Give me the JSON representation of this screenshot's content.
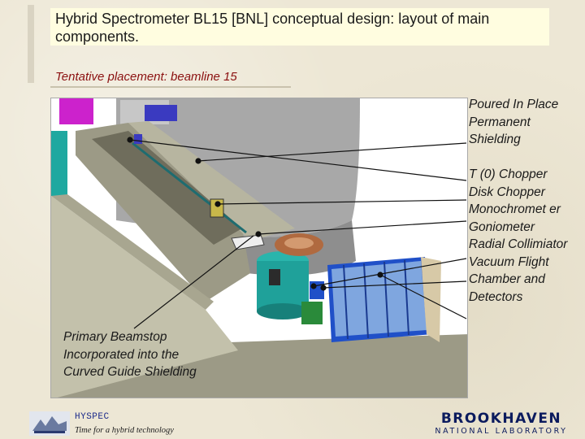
{
  "slide": {
    "title": "Hybrid Spectrometer BL15 [BNL] conceptual design: layout of main components.",
    "subtitle": "Tentative placement: beamline 15"
  },
  "callouts": [
    "Poured In Place Permanent Shielding",
    "T (0) Chopper",
    "Disk Chopper",
    "Monochromet er",
    "Goniometer",
    "Radial Collimiator",
    "Vacuum Flight Chamber and Detectors"
  ],
  "beamstop_label": "Primary Beamstop Incorporated into the Curved Guide Shielding",
  "footer": {
    "hyspec_name": "HYSPEC",
    "hyspec_tagline": "Time for a hybrid technology",
    "lab_name": "BROOKHAVEN",
    "lab_sub": "NATIONAL LABORATORY"
  },
  "colors": {
    "title_box": "#fffde0",
    "subtitle": "#8b1010",
    "bnl_blue": "#0b1b5e",
    "shielding_grey": "#9c9a86",
    "monochromator_teal": "#1fa19a",
    "detector_blue": "#2050c8"
  }
}
